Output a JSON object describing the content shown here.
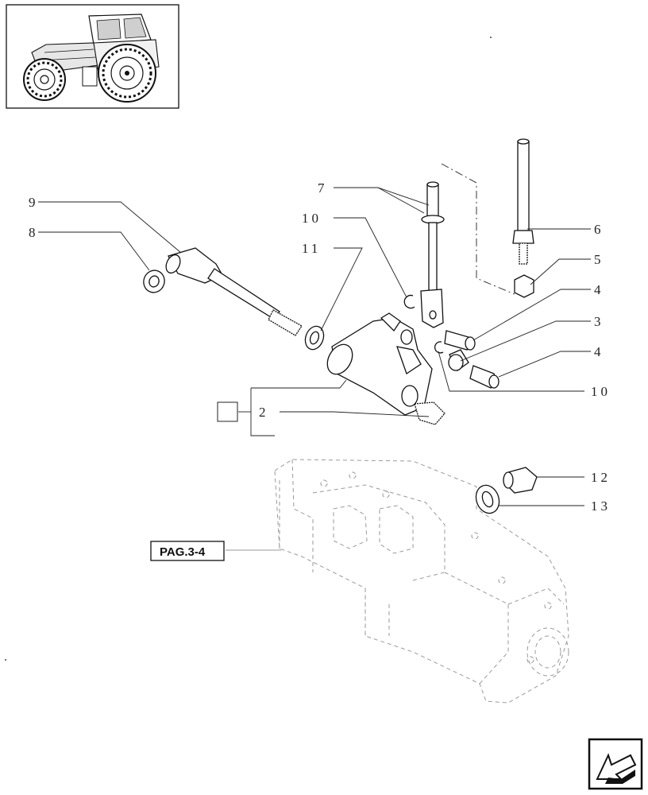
{
  "callouts": {
    "c2": "2",
    "c3": "3",
    "c4a": "4",
    "c4b": "4",
    "c5": "5",
    "c6": "6",
    "c7": "7",
    "c8": "8",
    "c9": "9",
    "c10a": "10",
    "c10b": "10",
    "c11": "11",
    "c12": "12",
    "c13": "13"
  },
  "page_ref": "PAG.3-4",
  "icons": {
    "thumbnail": "tractor-thumbnail-icon",
    "nav": "next-page-arrow-icon"
  }
}
